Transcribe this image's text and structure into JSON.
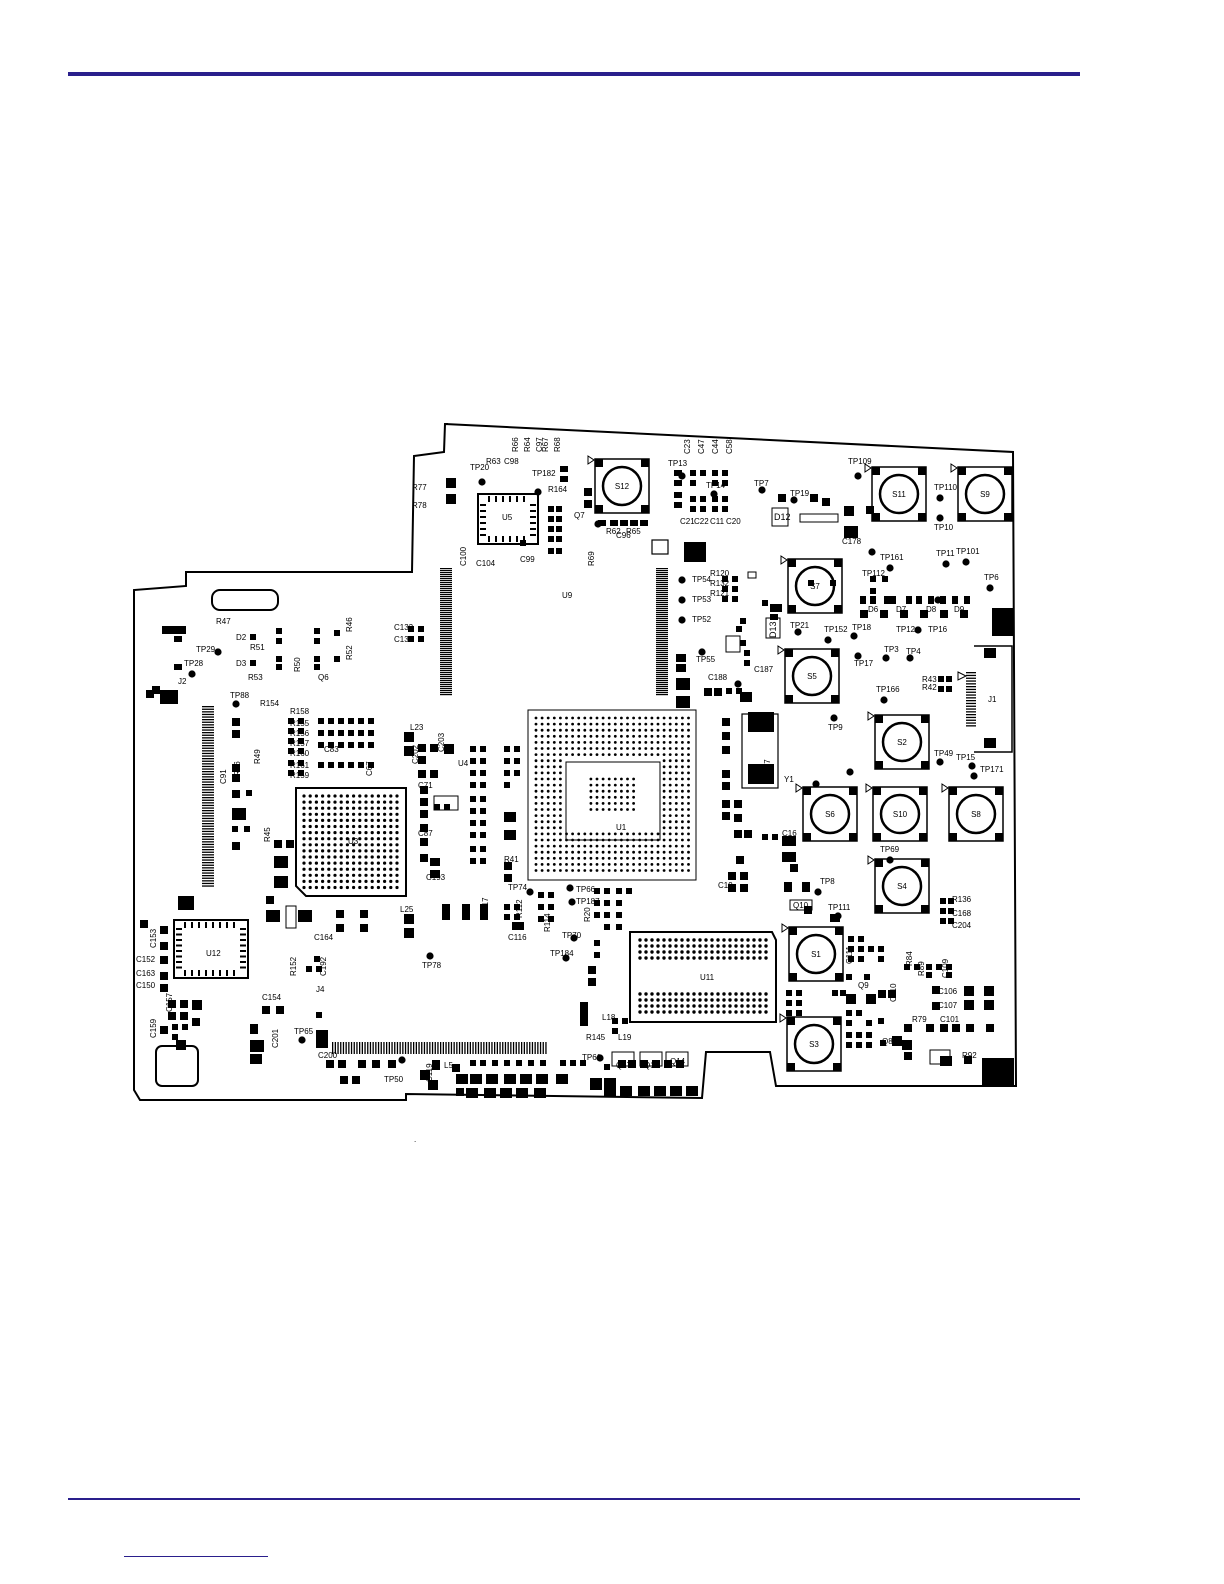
{
  "colors": {
    "rule": "#2a1f8c",
    "ink": "#000000",
    "paper": "#ffffff"
  },
  "components": {
    "U1": "U1",
    "U3": "U3",
    "U4": "U4",
    "U5": "U5",
    "U9": "U9",
    "U11": "U11",
    "U12": "U12",
    "J1": "J1",
    "J2": "J2",
    "J4": "J4",
    "Y1": "Y1",
    "Q6": "Q6",
    "Q7": "Q7",
    "Q8": "Q8",
    "Q9": "Q9",
    "Q10": "Q10",
    "Q14": "Q14",
    "Q15": "Q15",
    "Q17": "Q17",
    "D2": "D2",
    "D3": "D3",
    "D6": "D6",
    "D7": "D7",
    "D8": "D8",
    "D9": "D9",
    "D12": "D12",
    "D13": "D13",
    "L5": "L5",
    "L18": "L18",
    "L19": "L19",
    "L23": "L23",
    "L25": "L25"
  },
  "switches": [
    "S1",
    "S2",
    "S3",
    "S4",
    "S5",
    "S6",
    "S7",
    "S8",
    "S9",
    "S10",
    "S10",
    "S11",
    "S12"
  ],
  "test_points": [
    "TP3",
    "TP4",
    "TP6",
    "TP7",
    "TP8",
    "TP9",
    "TP10",
    "TP11",
    "TP12",
    "TP13",
    "TP14",
    "TP15",
    "TP16",
    "TP17",
    "TP18",
    "TP19",
    "TP20",
    "TP21",
    "TP28",
    "TP29",
    "TP49",
    "TP50",
    "TP52",
    "TP53",
    "TP54",
    "TP55",
    "TP61",
    "TP65",
    "TP66",
    "TP69",
    "TP70",
    "TP74",
    "TP78",
    "TP88",
    "TP101",
    "TP109",
    "TP110",
    "TP111",
    "TP112",
    "TP152",
    "TP161",
    "TP166",
    "TP171",
    "TP182",
    "TP184",
    "TP187"
  ],
  "resistors": [
    "R20",
    "R41",
    "R42",
    "R43",
    "R45",
    "R46",
    "R47",
    "R49",
    "R50",
    "R51",
    "R52",
    "R53",
    "R56",
    "R62",
    "R63",
    "R64",
    "R65",
    "R66",
    "R67",
    "R68",
    "R69",
    "R77",
    "R78",
    "R79",
    "R84",
    "R89",
    "R92",
    "R112",
    "R114",
    "R120",
    "R121",
    "R132",
    "R136",
    "R145",
    "R152",
    "R154",
    "R155",
    "R156",
    "R157",
    "R158",
    "R159",
    "R160",
    "R161",
    "R164"
  ],
  "capacitors": [
    "C11",
    "C16",
    "C17",
    "C19",
    "C20",
    "C21",
    "C22",
    "C23",
    "C44",
    "C47",
    "C58",
    "C67",
    "C71",
    "C83",
    "C87",
    "C91",
    "C96",
    "C97",
    "C98",
    "C99",
    "C100",
    "C101",
    "C104",
    "C106",
    "C107",
    "C109",
    "C110",
    "C111",
    "C116",
    "C117",
    "C119",
    "C131",
    "C132",
    "C150",
    "C152",
    "C153",
    "C154",
    "C157",
    "C159",
    "C163",
    "C164",
    "C168",
    "C178",
    "C187",
    "C188",
    "C192",
    "C193",
    "C200",
    "C201",
    "C202",
    "C203",
    "C204"
  ],
  "small_mark": "."
}
